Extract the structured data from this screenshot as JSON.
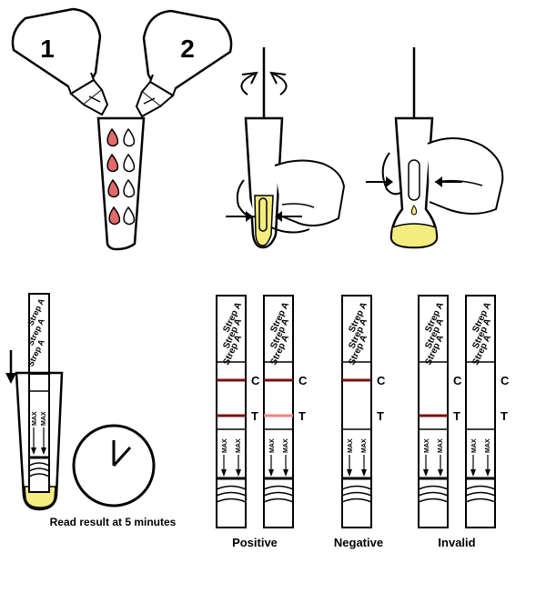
{
  "steps": {
    "bottle_1_label": "1",
    "bottle_2_label": "2"
  },
  "strip_label": "Strep A",
  "max_label": "MAX",
  "line_labels": {
    "control": "C",
    "test": "T"
  },
  "timer": {
    "caption": "Read result at 5 minutes"
  },
  "results": {
    "positive_label": "Positive",
    "negative_label": "Negative",
    "invalid_label": "Invalid"
  },
  "colors": {
    "ink": "#000000",
    "drop_red": "#e46a6a",
    "reagent_yellow": "#f4ec7e",
    "line_dark": "#7a1010",
    "line_faint": "#f08080"
  }
}
